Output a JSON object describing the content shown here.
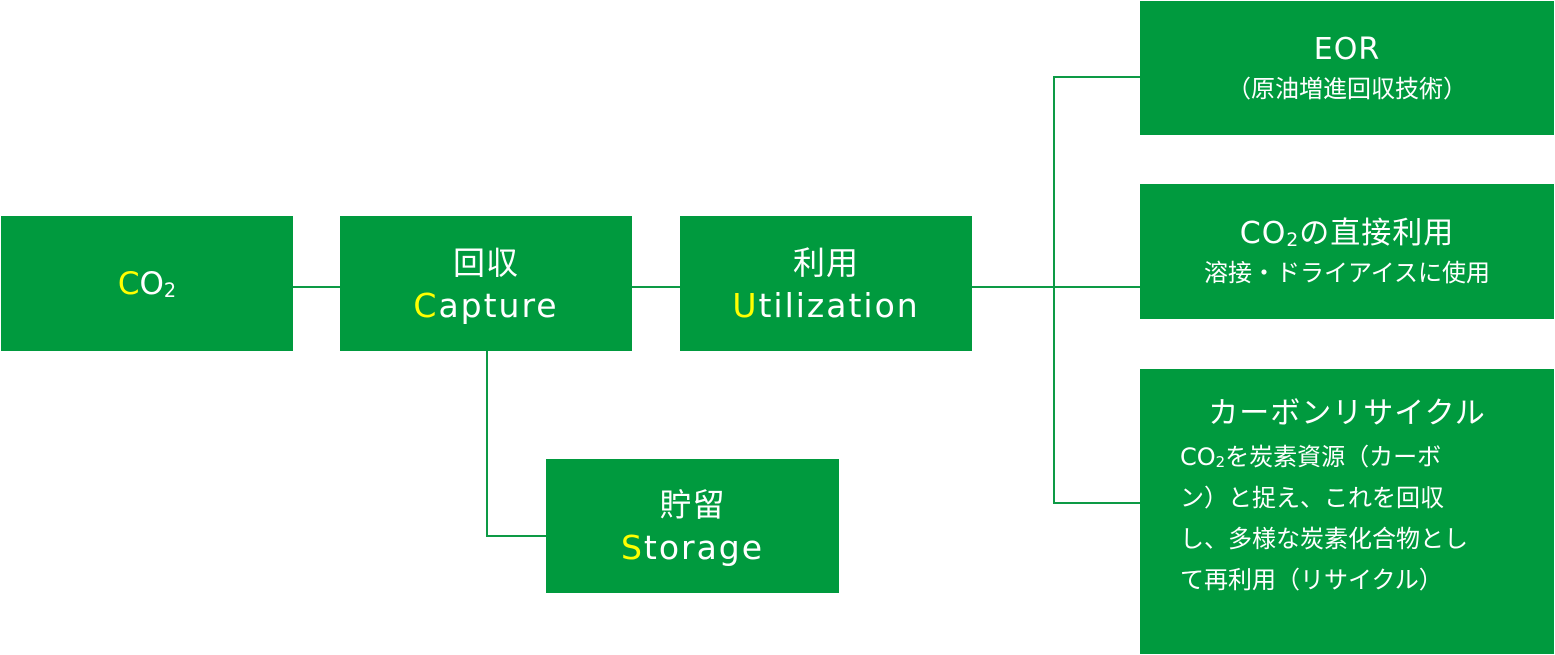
{
  "co2": {
    "hl": "C",
    "rest": "O",
    "sub": "2"
  },
  "capture": {
    "jp": "回収",
    "hl": "C",
    "rest": "apture"
  },
  "utilization": {
    "jp": "利用",
    "hl": "U",
    "rest": "tilization"
  },
  "storage": {
    "jp": "貯留",
    "hl": "S",
    "rest": "torage"
  },
  "eor": {
    "title": "EOR",
    "sub": "（原油増進回収技術）"
  },
  "direct": {
    "title_a": "CO",
    "title_sub": "2",
    "title_b": "の直接利用",
    "sub": "溶接・ドライアイスに使用"
  },
  "recycle": {
    "title": "カーボンリサイクル",
    "line1_a": "CO",
    "line1_sub": "2",
    "line1_b": "を炭素資源（カーボ",
    "line2": "ン）と捉え、これを回収",
    "line3": "し、多様な炭素化合物とし",
    "line4": "て再利用（リサイクル）"
  },
  "colors": {
    "box": "#009a3e",
    "highlight": "#ffff00",
    "line": "#0d9a45"
  }
}
